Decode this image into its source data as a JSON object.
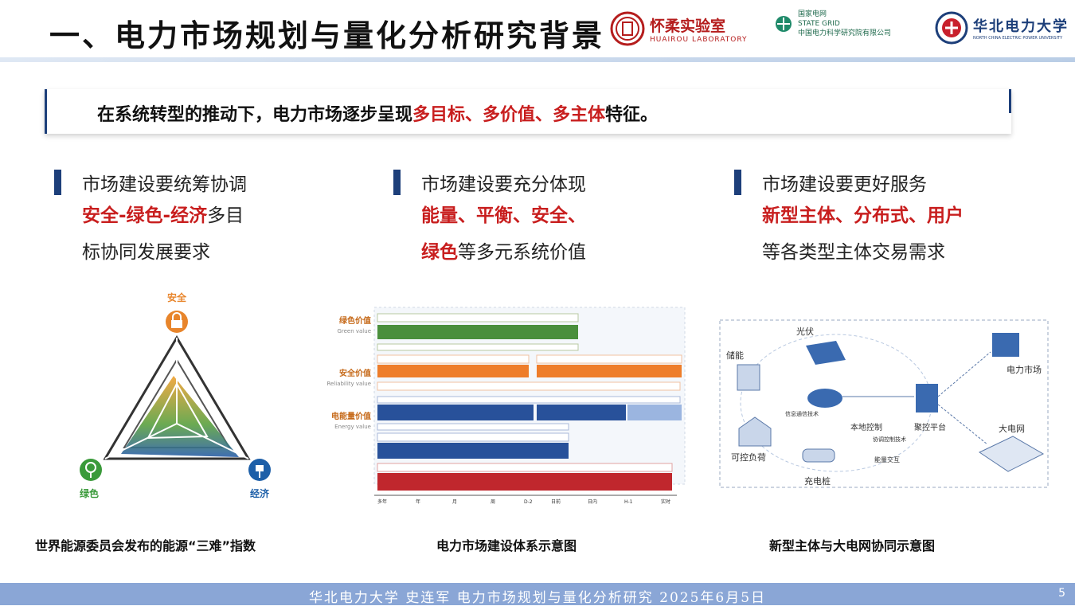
{
  "header": {
    "title": "一、电力市场规划与量化分析研究背景",
    "logo1": {
      "name": "怀柔实验室",
      "sub": "HUAIROU LABORATORY"
    },
    "logo2": {
      "line1": "国家电网",
      "line2": "STATE GRID",
      "line3": "中国电力科学研究院有限公司"
    },
    "logo3": {
      "name": "华北电力大学",
      "sub": "NORTH CHINA ELECTRIC POWER UNIVERSITY"
    }
  },
  "banner": {
    "pre": "在系统转型的推动下，电力市场逐步呈现",
    "highlight": "多目标、多价值、多主体",
    "post": "特征。"
  },
  "columns": [
    {
      "heading": "市场建设要统筹协调",
      "l1_red": "安全-绿色-经济",
      "l1_rest": "多目",
      "l2_red": "",
      "l2_rest": "标协同发展要求"
    },
    {
      "heading": "市场建设要充分体现",
      "l1_red": "能量、平衡、安全、",
      "l1_rest": "",
      "l2_red": "绿色",
      "l2_rest": "等多元系统价值"
    },
    {
      "heading": "市场建设要更好服务",
      "l1_red": "新型主体、分布式、用户",
      "l1_rest": "",
      "l2_red": "",
      "l2_rest": "等各类型主体交易需求"
    }
  ],
  "figure1": {
    "top_label": "安全",
    "left_label": "绿色",
    "right_label": "经济",
    "caption": "世界能源委员会发布的能源“三难”指数",
    "colors": {
      "top": "#e8852b",
      "left": "#3a9a3a",
      "right": "#1d5fa8"
    }
  },
  "figure2": {
    "rows": [
      {
        "label": "绿色价值",
        "sub": "Green value",
        "color": "#4a8f3c"
      },
      {
        "label": "安全价值",
        "sub": "Reliability value",
        "color": "#ee7d2a"
      },
      {
        "label": "电能量价值",
        "sub": "Energy value",
        "color": "#28519a"
      }
    ],
    "bottom_red_color": "#c0272d",
    "axis_ticks": [
      "多年",
      "年",
      "月",
      "周",
      "D-2",
      "日前",
      "日内",
      "H-1",
      "实时"
    ],
    "caption": "电力市场建设体系示意图"
  },
  "figure3": {
    "nodes": [
      "光伏",
      "储能",
      "电力市场",
      "信息通信技术",
      "本地控制",
      "聚控平台",
      "大电网",
      "可控负荷",
      "充电桩",
      "能量交互",
      "协调控制技术"
    ],
    "caption": "新型主体与大电网协同示意图"
  },
  "footer": {
    "text": "华北电力大学   史连军   电力市场规划与量化分析研究   2025年6月5日",
    "page": "5"
  }
}
